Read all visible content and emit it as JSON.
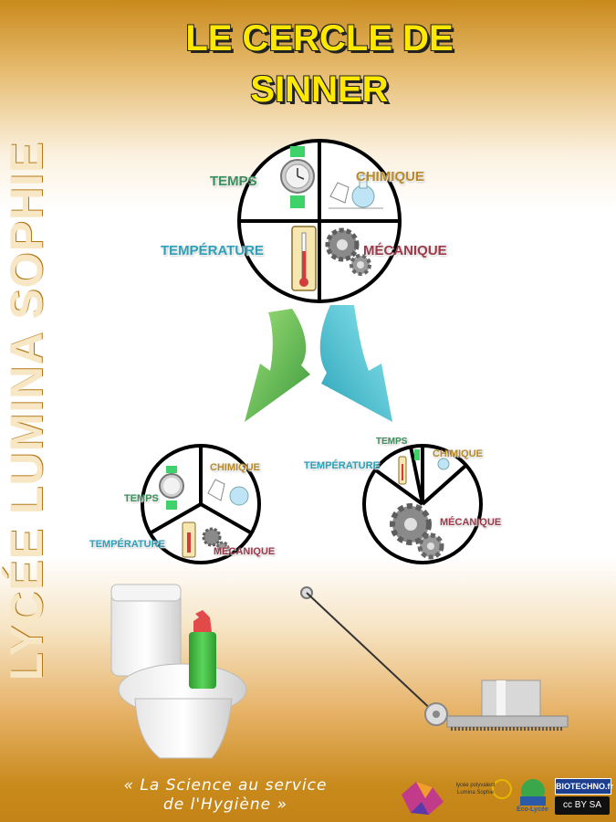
{
  "side_banner": "LYCÉE LUMINA SOPHIE",
  "title_line1": "LE CERCLE DE",
  "title_line2": "SINNER",
  "labels": {
    "temps": "TEMPS",
    "chimique": "CHIMIQUE",
    "temperature": "TEMPÉRATURE",
    "mecanique": "MÉCANIQUE"
  },
  "tagline_line1": "« La Science au service",
  "tagline_line2": "de l'Hygiène »",
  "logos": {
    "lumina_text": "lycée polyvalent Lumina Sophie",
    "eco_text": "Éco-Lycée",
    "biotechno": "BIOTECHNO.fr",
    "cc": "cc BY SA"
  },
  "colors": {
    "accent": "#c98a1c",
    "title": "#ffe800",
    "temps": "#3b8f5a",
    "chimique": "#b88a2a",
    "temperature": "#2ea0b8",
    "mecanique": "#9c3a4a"
  }
}
